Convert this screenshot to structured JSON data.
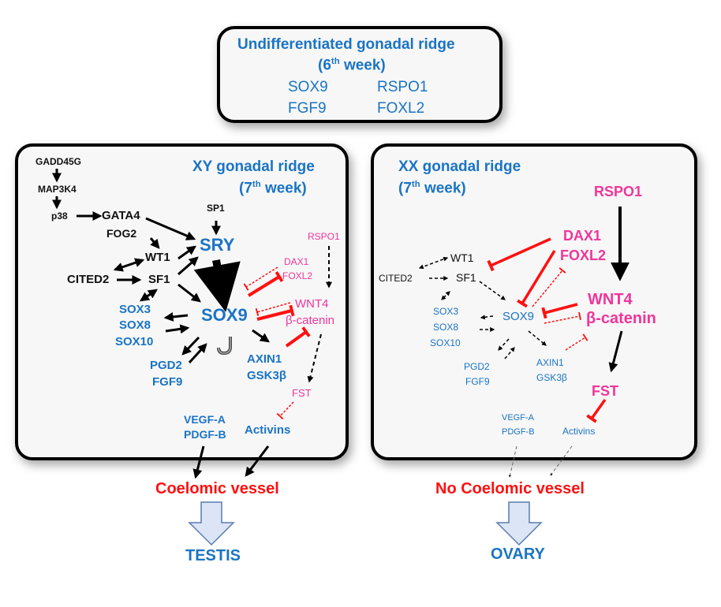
{
  "top": {
    "title": "Undifferentiated gonadal ridge",
    "week_prefix": "(6",
    "week_sup": "th",
    "week_suffix": " week)",
    "genes": [
      "SOX9",
      "RSPO1",
      "FGF9",
      "FOXL2"
    ]
  },
  "xy": {
    "title": "XY gonadal ridge",
    "week_prefix": "(7",
    "week_sup": "th",
    "week_suffix": " week)",
    "nodes": {
      "gadd45g": "GADD45G",
      "map3k4": "MAP3K4",
      "p38": "p38",
      "gata4": "GATA4",
      "fog2": "FOG2",
      "wt1": "WT1",
      "cited2": "CITED2",
      "sf1": "SF1",
      "sp1": "SP1",
      "sry": "SRY",
      "sox9": "SOX9",
      "sox3": "SOX3",
      "sox8": "SOX8",
      "sox10": "SOX10",
      "pgd2": "PGD2",
      "fgf9": "FGF9",
      "axin1": "AXIN1",
      "gsk3b": "GSK3β",
      "rspo1": "RSPO1",
      "dax1": "DAX1",
      "foxl2": "FOXL2",
      "wnt4": "WNT4",
      "bcatenin": "β-catenin",
      "fst": "FST",
      "vegfa": "VEGF-A",
      "pdgfb": "PDGF-B",
      "activins": "Activins"
    },
    "outcome": "Coelomic vessel",
    "result": "TESTIS"
  },
  "xx": {
    "title": "XX gonadal ridge",
    "week_prefix": "(7",
    "week_sup": "th",
    "week_suffix": " week)",
    "nodes": {
      "rspo1": "RSPO1",
      "dax1": "DAX1",
      "foxl2": "FOXL2",
      "wt1": "WT1",
      "cited2": "CITED2",
      "sf1": "SF1",
      "sox9": "SOX9",
      "sox3": "SOX3",
      "sox8": "SOX8",
      "sox10": "SOX10",
      "pgd2": "PGD2",
      "fgf9": "FGF9",
      "axin1": "AXIN1",
      "gsk3b": "GSK3β",
      "wnt4": "WNT4",
      "bcatenin": "β-catenin",
      "fst": "FST",
      "vegfa": "VEGF-A",
      "pdgfb": "PDGF-B",
      "activins": "Activins"
    },
    "outcome": "No Coelomic vessel",
    "result": "OVARY"
  },
  "colors": {
    "gene_blue": "#1a74c4",
    "ovarian_pink": "#f0359a",
    "inhibition_red": "#ff1010",
    "arrow_fill": "#dbe5f5",
    "arrow_stroke": "#5a7bb0"
  }
}
